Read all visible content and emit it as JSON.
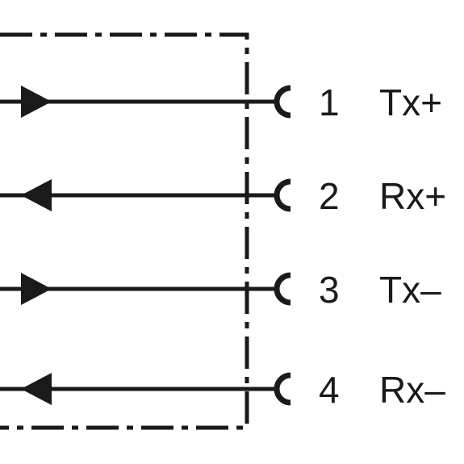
{
  "diagram": {
    "type": "connector-pinout",
    "line_color": "#1a1a1a",
    "pins": [
      {
        "number": "1",
        "signal": "Tx+",
        "direction": "in"
      },
      {
        "number": "2",
        "signal": "Rx+",
        "direction": "out"
      },
      {
        "number": "3",
        "signal": "Tx–",
        "direction": "in"
      },
      {
        "number": "4",
        "signal": "Rx–",
        "direction": "out"
      }
    ]
  }
}
